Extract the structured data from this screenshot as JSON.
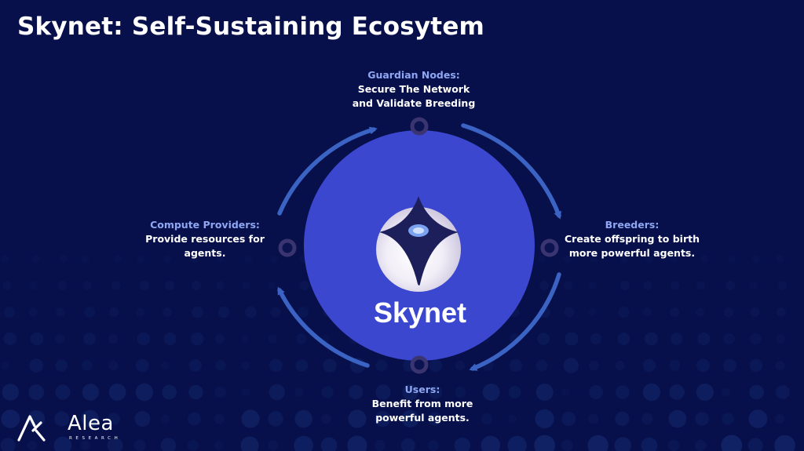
{
  "title": "Skynet: Self-Sustaining Ecosytem",
  "center": {
    "label": "Skynet"
  },
  "nodes": {
    "guardian": {
      "heading": "Guardian Nodes:",
      "line1": "Secure The Network",
      "line2": "and Validate Breeding"
    },
    "breeders": {
      "heading": "Breeders:",
      "line1": "Create offspring to birth",
      "line2": "more powerful agents."
    },
    "users": {
      "heading": "Users:",
      "line1": "Benefit from more",
      "line2": "powerful agents."
    },
    "compute": {
      "heading": "Compute Providers:",
      "line1": "Provide resources for",
      "line2": "agents."
    }
  },
  "branding": {
    "name": "Alea",
    "tagline": "RESEARCH"
  },
  "colors": {
    "background": "#07104a",
    "circle": "#3b47cf",
    "arrow": "#3a63c4",
    "node_ring": "#3a3470",
    "heading": "#8fa7f2"
  }
}
